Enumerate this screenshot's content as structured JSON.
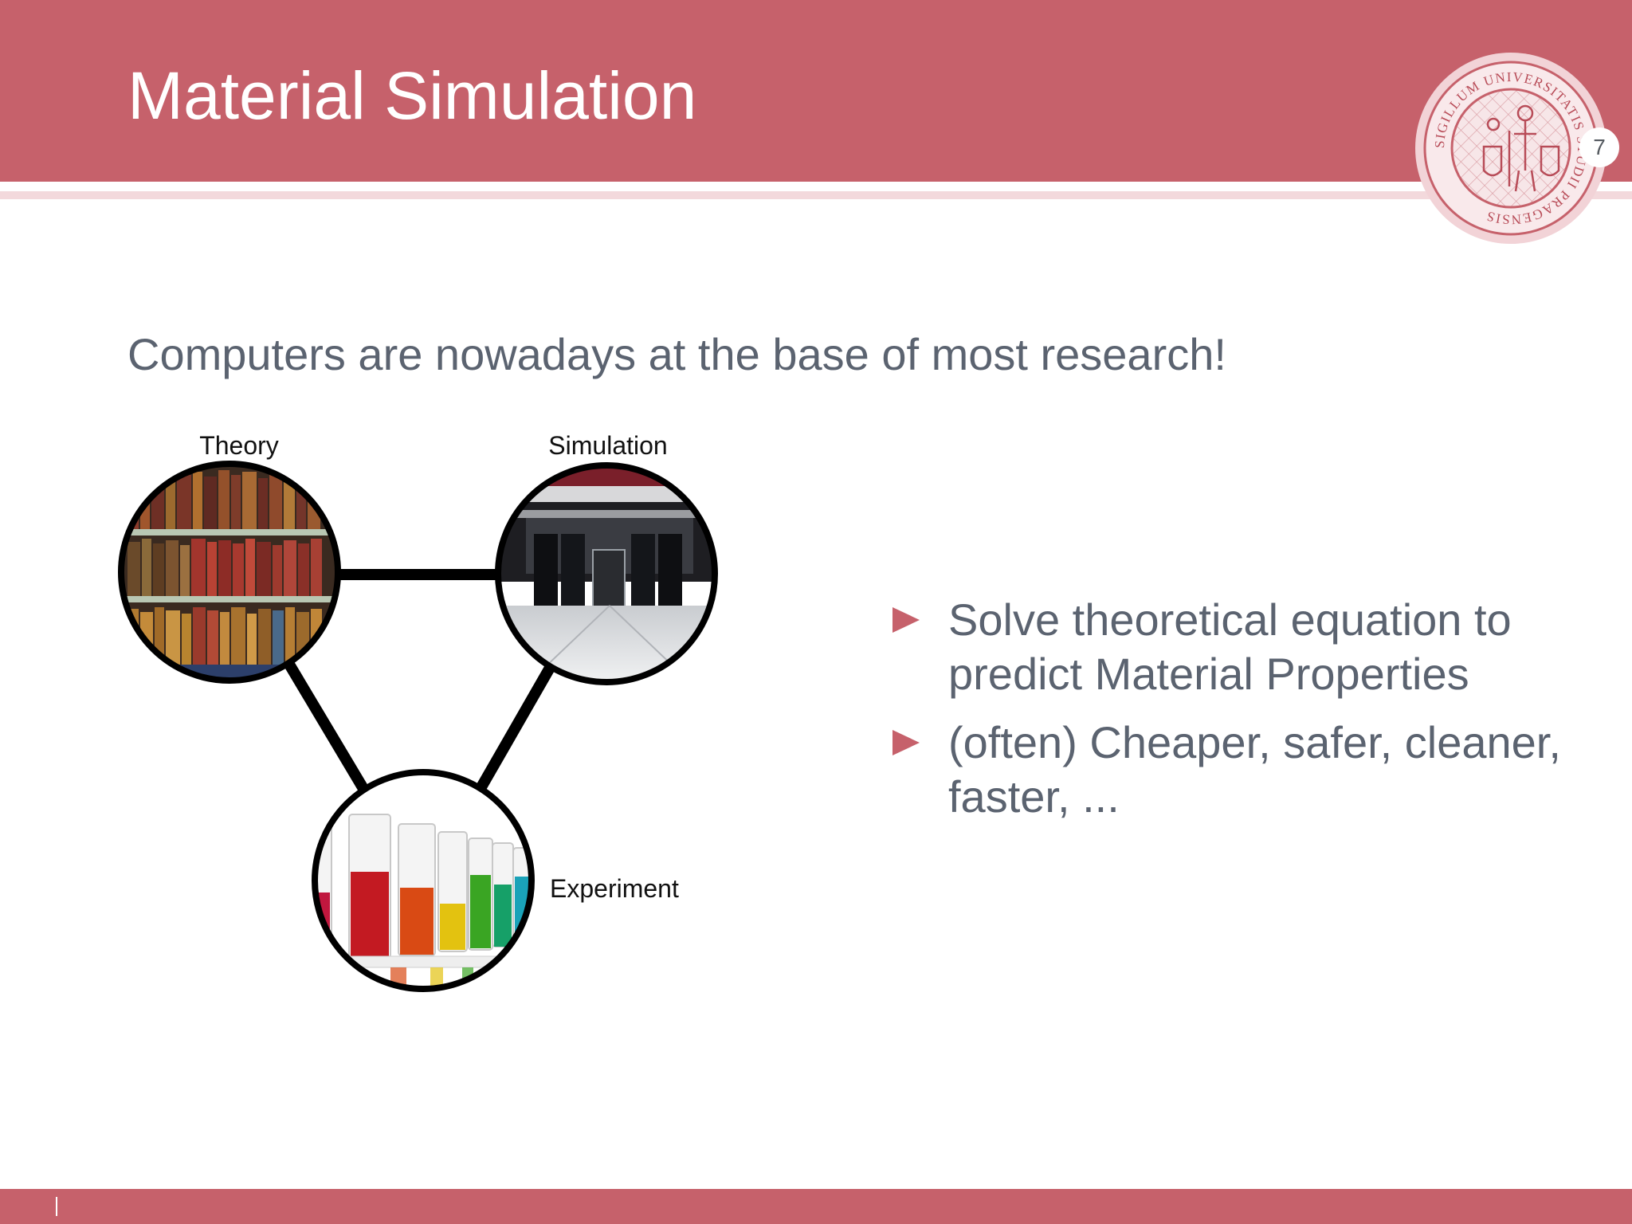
{
  "slide": {
    "title": "Material Simulation",
    "page_number": "7"
  },
  "lead_text": "Computers are nowadays at the base of most research!",
  "diagram": {
    "nodes": [
      {
        "label": "Theory",
        "image": "library-bookshelf"
      },
      {
        "label": "Simulation",
        "image": "supercomputer-room"
      },
      {
        "label": "Experiment",
        "image": "colored-test-tubes"
      }
    ]
  },
  "bullets": [
    {
      "text": "Solve theoretical equation to predict Material Properties"
    },
    {
      "text": "(often) Cheaper, safer, cleaner, faster, ..."
    }
  ],
  "colors": {
    "header": "#c6616b",
    "accent": "#c6616b",
    "body_text": "#5b6370"
  },
  "logo": {
    "text": "SIGILLUM UNIVERSITATIS STUDII PRAGENSIS"
  }
}
